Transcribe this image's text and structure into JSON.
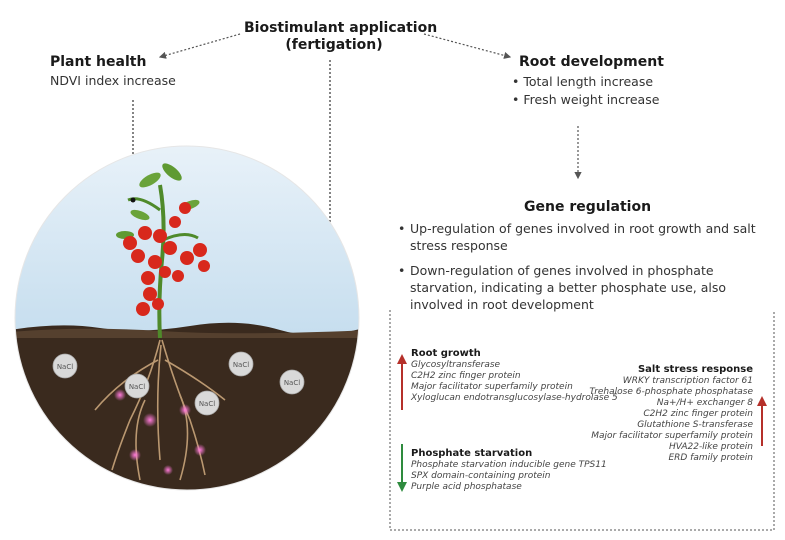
{
  "center": {
    "title_line1": "Biostimulant application",
    "title_line2": "(fertigation)"
  },
  "plant_health": {
    "title": "Plant health",
    "detail": "NDVI index increase"
  },
  "root_development": {
    "title": "Root development",
    "items": [
      "• Total length increase",
      "• Fresh weight increase"
    ]
  },
  "gene_regulation": {
    "title": "Gene regulation",
    "bullets": [
      "Up-regulation of genes involved in root growth and salt stress response",
      "Down-regulation of genes involved in phosphate starvation,  indicating a better phosphate use, also involved in root development"
    ]
  },
  "root_growth": {
    "title": "Root growth",
    "genes": [
      "Glycosyltransferase",
      "C2H2 zinc finger protein",
      "Major facilitator superfamily protein",
      "Xyloglucan endotransglucosylase-hydrolase 5"
    ]
  },
  "phosphate_starvation": {
    "title": "Phosphate starvation",
    "genes": [
      "Phosphate starvation inducible gene TPS11",
      "SPX domain-containing protein",
      "Purple acid phosphatase"
    ]
  },
  "salt_stress": {
    "title": "Salt stress response",
    "genes": [
      "WRKY transcription factor 61",
      "Trehalose 6-phosphate phosphatase",
      "Na+/H+ exchanger 8",
      "C2H2 zinc finger protein",
      "Glutathione S-transferase",
      "Major facilitator superfamily protein",
      "HVA22-like protein",
      "ERD family protein"
    ]
  },
  "soil_labels": [
    "NaCl",
    "NaCl",
    "NaCl",
    "NaCl",
    "NaCl"
  ],
  "colors": {
    "up_arrow": "#b5302a",
    "down_arrow": "#2e8b3e",
    "soil": "#3a2a1e",
    "sky": "#cfe4f2"
  }
}
